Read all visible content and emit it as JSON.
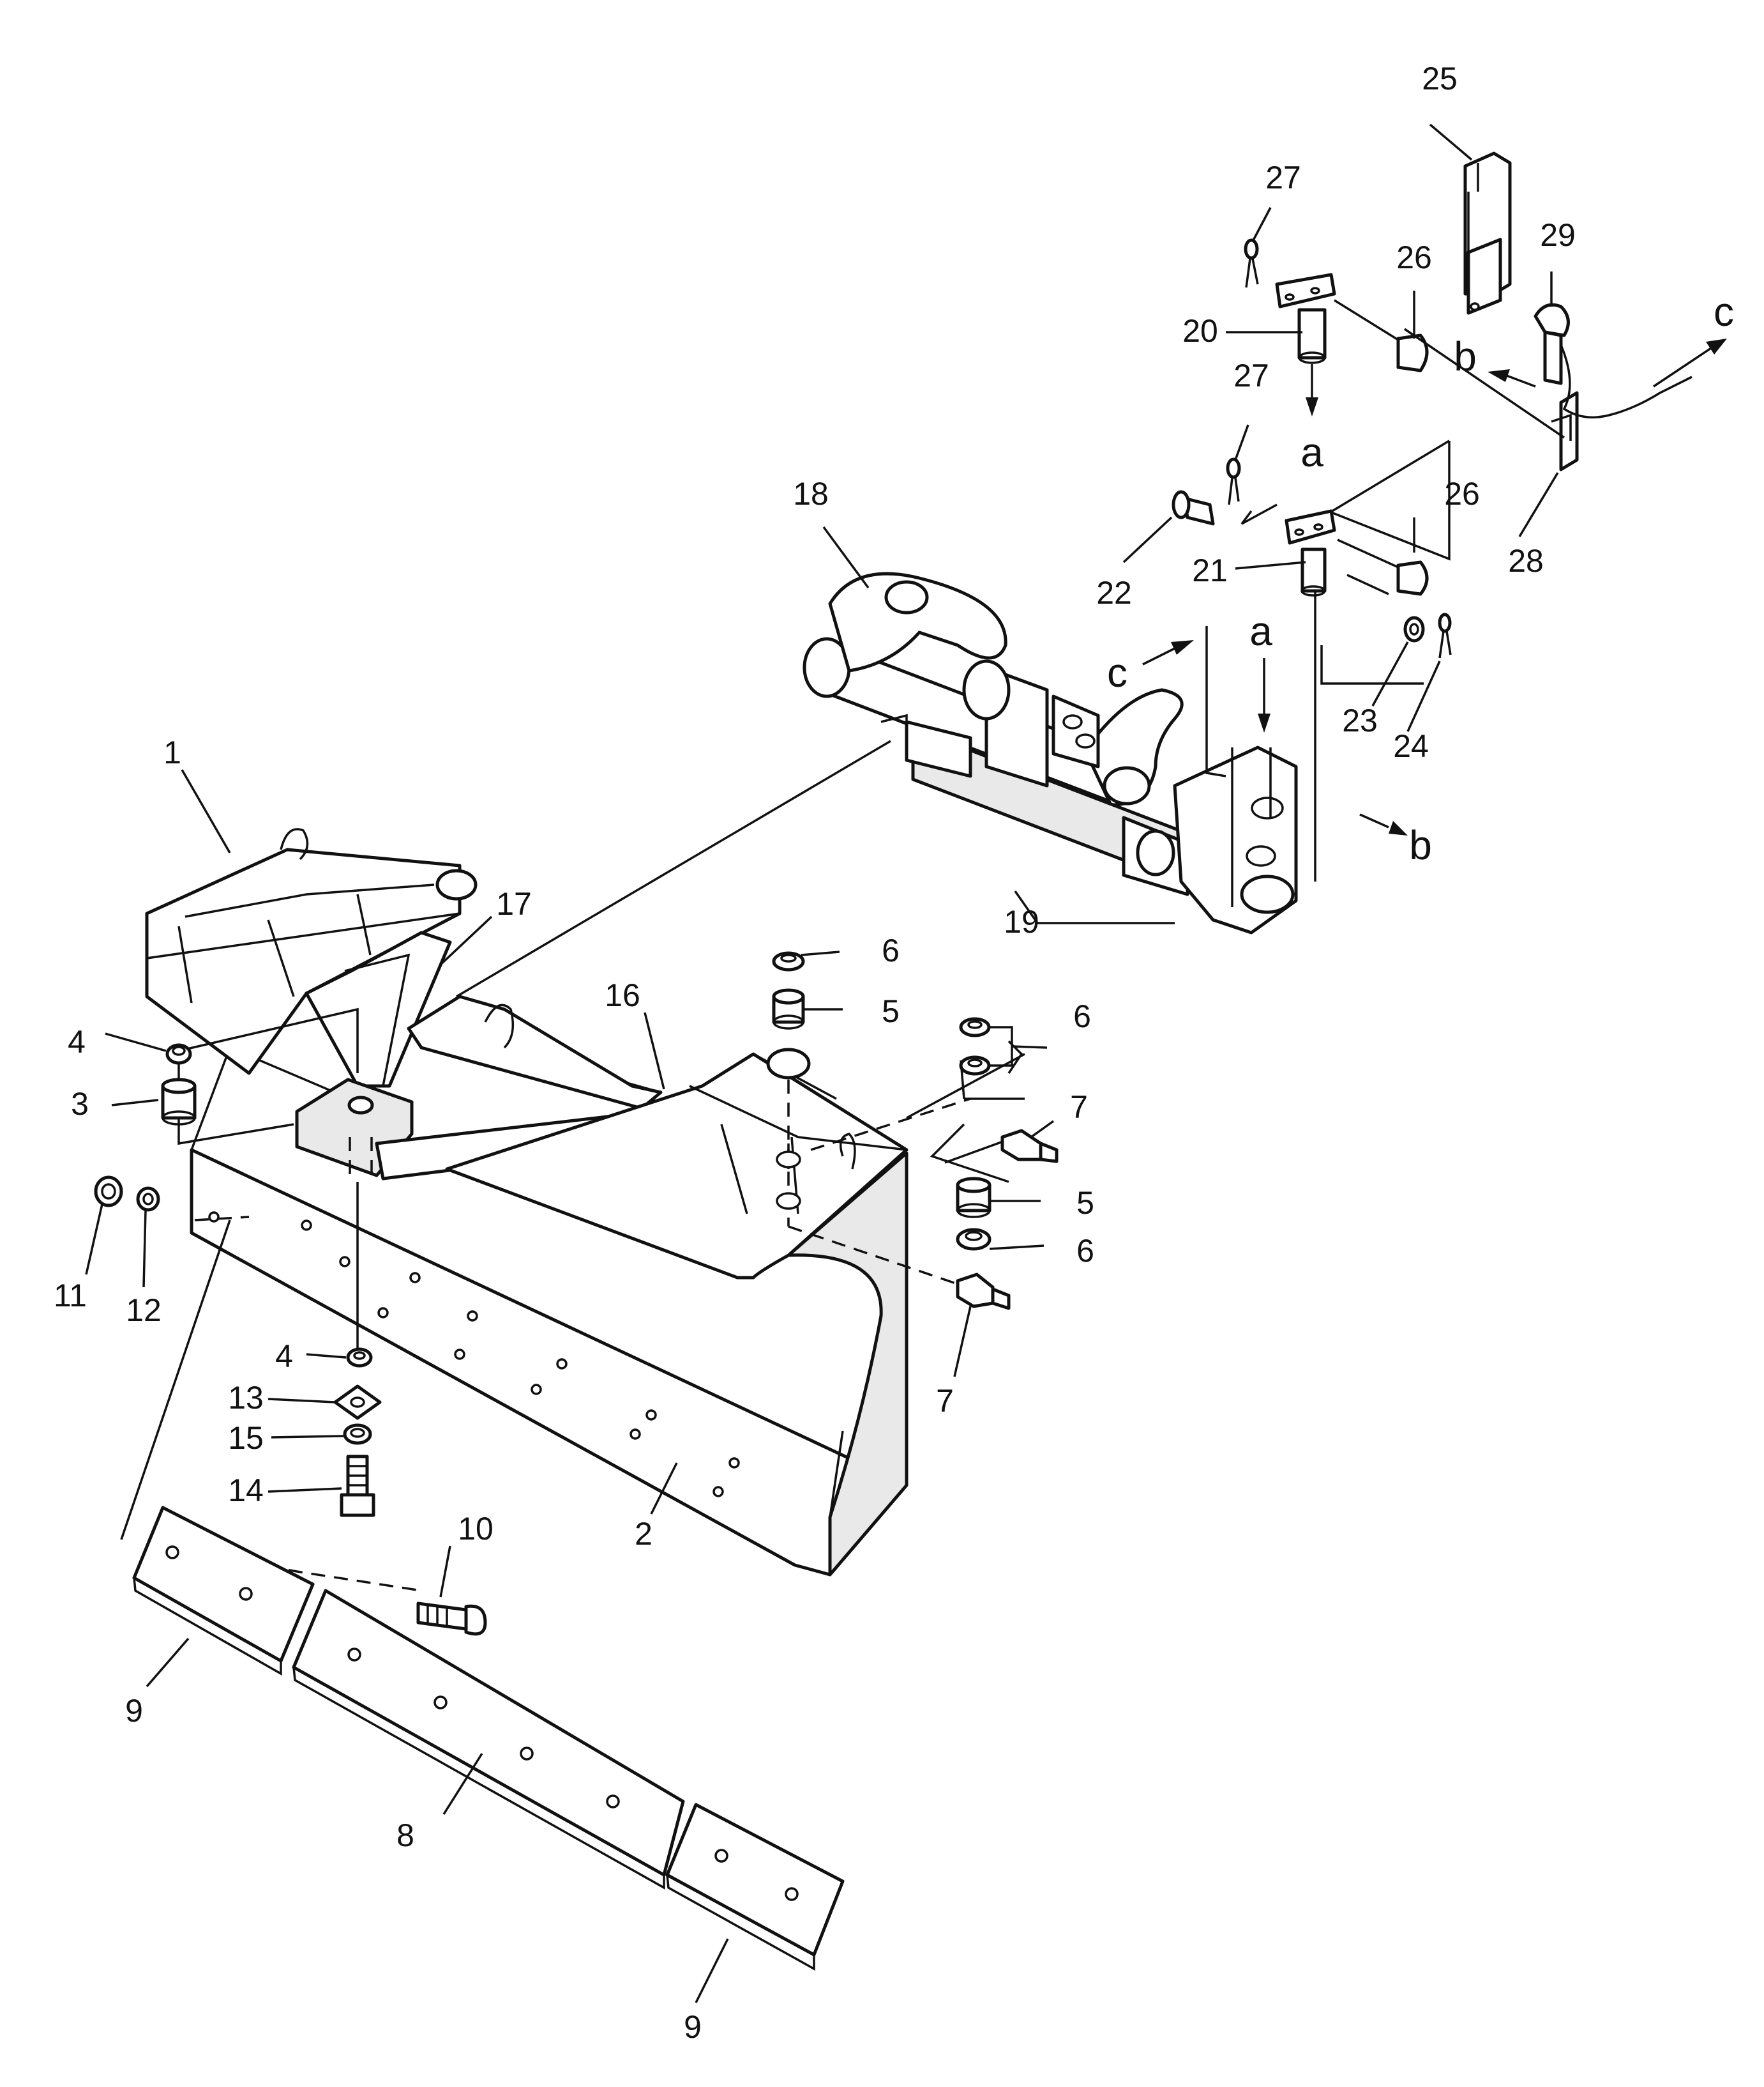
{
  "diagram": {
    "callouts": [
      {
        "id": "c1",
        "text": "1"
      },
      {
        "id": "c2",
        "text": "2"
      },
      {
        "id": "c3",
        "text": "3"
      },
      {
        "id": "c4a",
        "text": "4"
      },
      {
        "id": "c4b",
        "text": "4"
      },
      {
        "id": "c5a",
        "text": "5"
      },
      {
        "id": "c5b",
        "text": "5"
      },
      {
        "id": "c6a",
        "text": "6"
      },
      {
        "id": "c6b",
        "text": "6"
      },
      {
        "id": "c6c",
        "text": "6"
      },
      {
        "id": "c7a",
        "text": "7"
      },
      {
        "id": "c7b",
        "text": "7"
      },
      {
        "id": "c8",
        "text": "8"
      },
      {
        "id": "c9a",
        "text": "9"
      },
      {
        "id": "c9b",
        "text": "9"
      },
      {
        "id": "c10",
        "text": "10"
      },
      {
        "id": "c11",
        "text": "11"
      },
      {
        "id": "c12",
        "text": "12"
      },
      {
        "id": "c13",
        "text": "13"
      },
      {
        "id": "c14",
        "text": "14"
      },
      {
        "id": "c15",
        "text": "15"
      },
      {
        "id": "c16",
        "text": "16"
      },
      {
        "id": "c17",
        "text": "17"
      },
      {
        "id": "c18",
        "text": "18"
      },
      {
        "id": "c19",
        "text": "19"
      },
      {
        "id": "c20",
        "text": "20"
      },
      {
        "id": "c21",
        "text": "21"
      },
      {
        "id": "c22",
        "text": "22"
      },
      {
        "id": "c23",
        "text": "23"
      },
      {
        "id": "c24",
        "text": "24"
      },
      {
        "id": "c25",
        "text": "25"
      },
      {
        "id": "c26a",
        "text": "26"
      },
      {
        "id": "c26b",
        "text": "26"
      },
      {
        "id": "c27a",
        "text": "27"
      },
      {
        "id": "c27b",
        "text": "27"
      },
      {
        "id": "c28",
        "text": "28"
      },
      {
        "id": "c29",
        "text": "29"
      }
    ],
    "ref_letters": [
      {
        "id": "la1",
        "text": "a"
      },
      {
        "id": "la2",
        "text": "a"
      },
      {
        "id": "lb1",
        "text": "b"
      },
      {
        "id": "lb2",
        "text": "b"
      },
      {
        "id": "lc1",
        "text": "c"
      },
      {
        "id": "lc2",
        "text": "c"
      }
    ]
  }
}
